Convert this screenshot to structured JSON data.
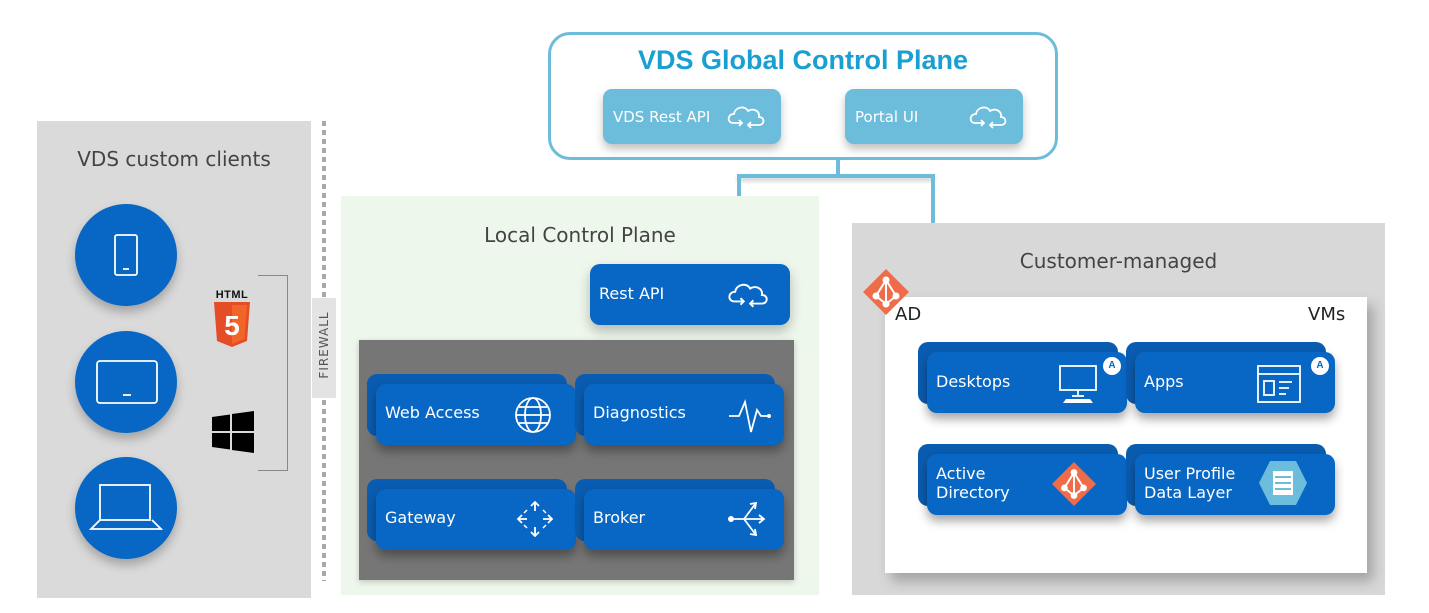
{
  "global_control_plane": {
    "title": "VDS Global Control Plane",
    "cards": [
      {
        "label": "VDS Rest API",
        "icon": "cloud-sync-icon"
      },
      {
        "label": "Portal UI",
        "icon": "cloud-sync-icon"
      }
    ]
  },
  "clients_panel": {
    "title": "VDS custom clients",
    "devices": [
      {
        "icon": "phone-icon"
      },
      {
        "icon": "tablet-icon"
      },
      {
        "icon": "laptop-icon"
      }
    ],
    "platforms": [
      {
        "label": "HTML",
        "icon": "html5-icon",
        "badge": "5"
      },
      {
        "icon": "windows-icon"
      }
    ]
  },
  "firewall": {
    "label": "FIREWALL"
  },
  "local_control_plane": {
    "title": "Local Control Plane",
    "rest_api": {
      "label": "Rest API",
      "icon": "cloud-sync-icon"
    },
    "services": [
      {
        "label": "Web Access",
        "icon": "globe-icon"
      },
      {
        "label": "Diagnostics",
        "icon": "pulse-icon"
      },
      {
        "label": "Gateway",
        "icon": "move-arrows-icon"
      },
      {
        "label": "Broker",
        "icon": "branch-arrows-icon"
      }
    ]
  },
  "customer_managed": {
    "title": "Customer-managed",
    "ad_label": "AD",
    "vms_label": "VMs",
    "badge_letter": "A",
    "items": [
      {
        "label": "Desktops",
        "icon": "desktop-icon"
      },
      {
        "label": "Apps",
        "icon": "app-window-icon"
      },
      {
        "label_line1": "Active",
        "label_line2": "Directory",
        "icon": "active-directory-icon"
      },
      {
        "label_line1": "User Profile",
        "label_line2": "Data Layer",
        "icon": "data-layer-icon"
      }
    ]
  },
  "colors": {
    "accent_light_blue": "#6cbcdc",
    "title_blue": "#1a9fd3",
    "card_blue": "#0866c4",
    "ad_orange": "#ef6c4a",
    "html5_orange": "#e44d26",
    "local_plane_bg": "#eef7ec",
    "panel_gray": "#d8d8d8",
    "dark_gray": "#767676"
  }
}
